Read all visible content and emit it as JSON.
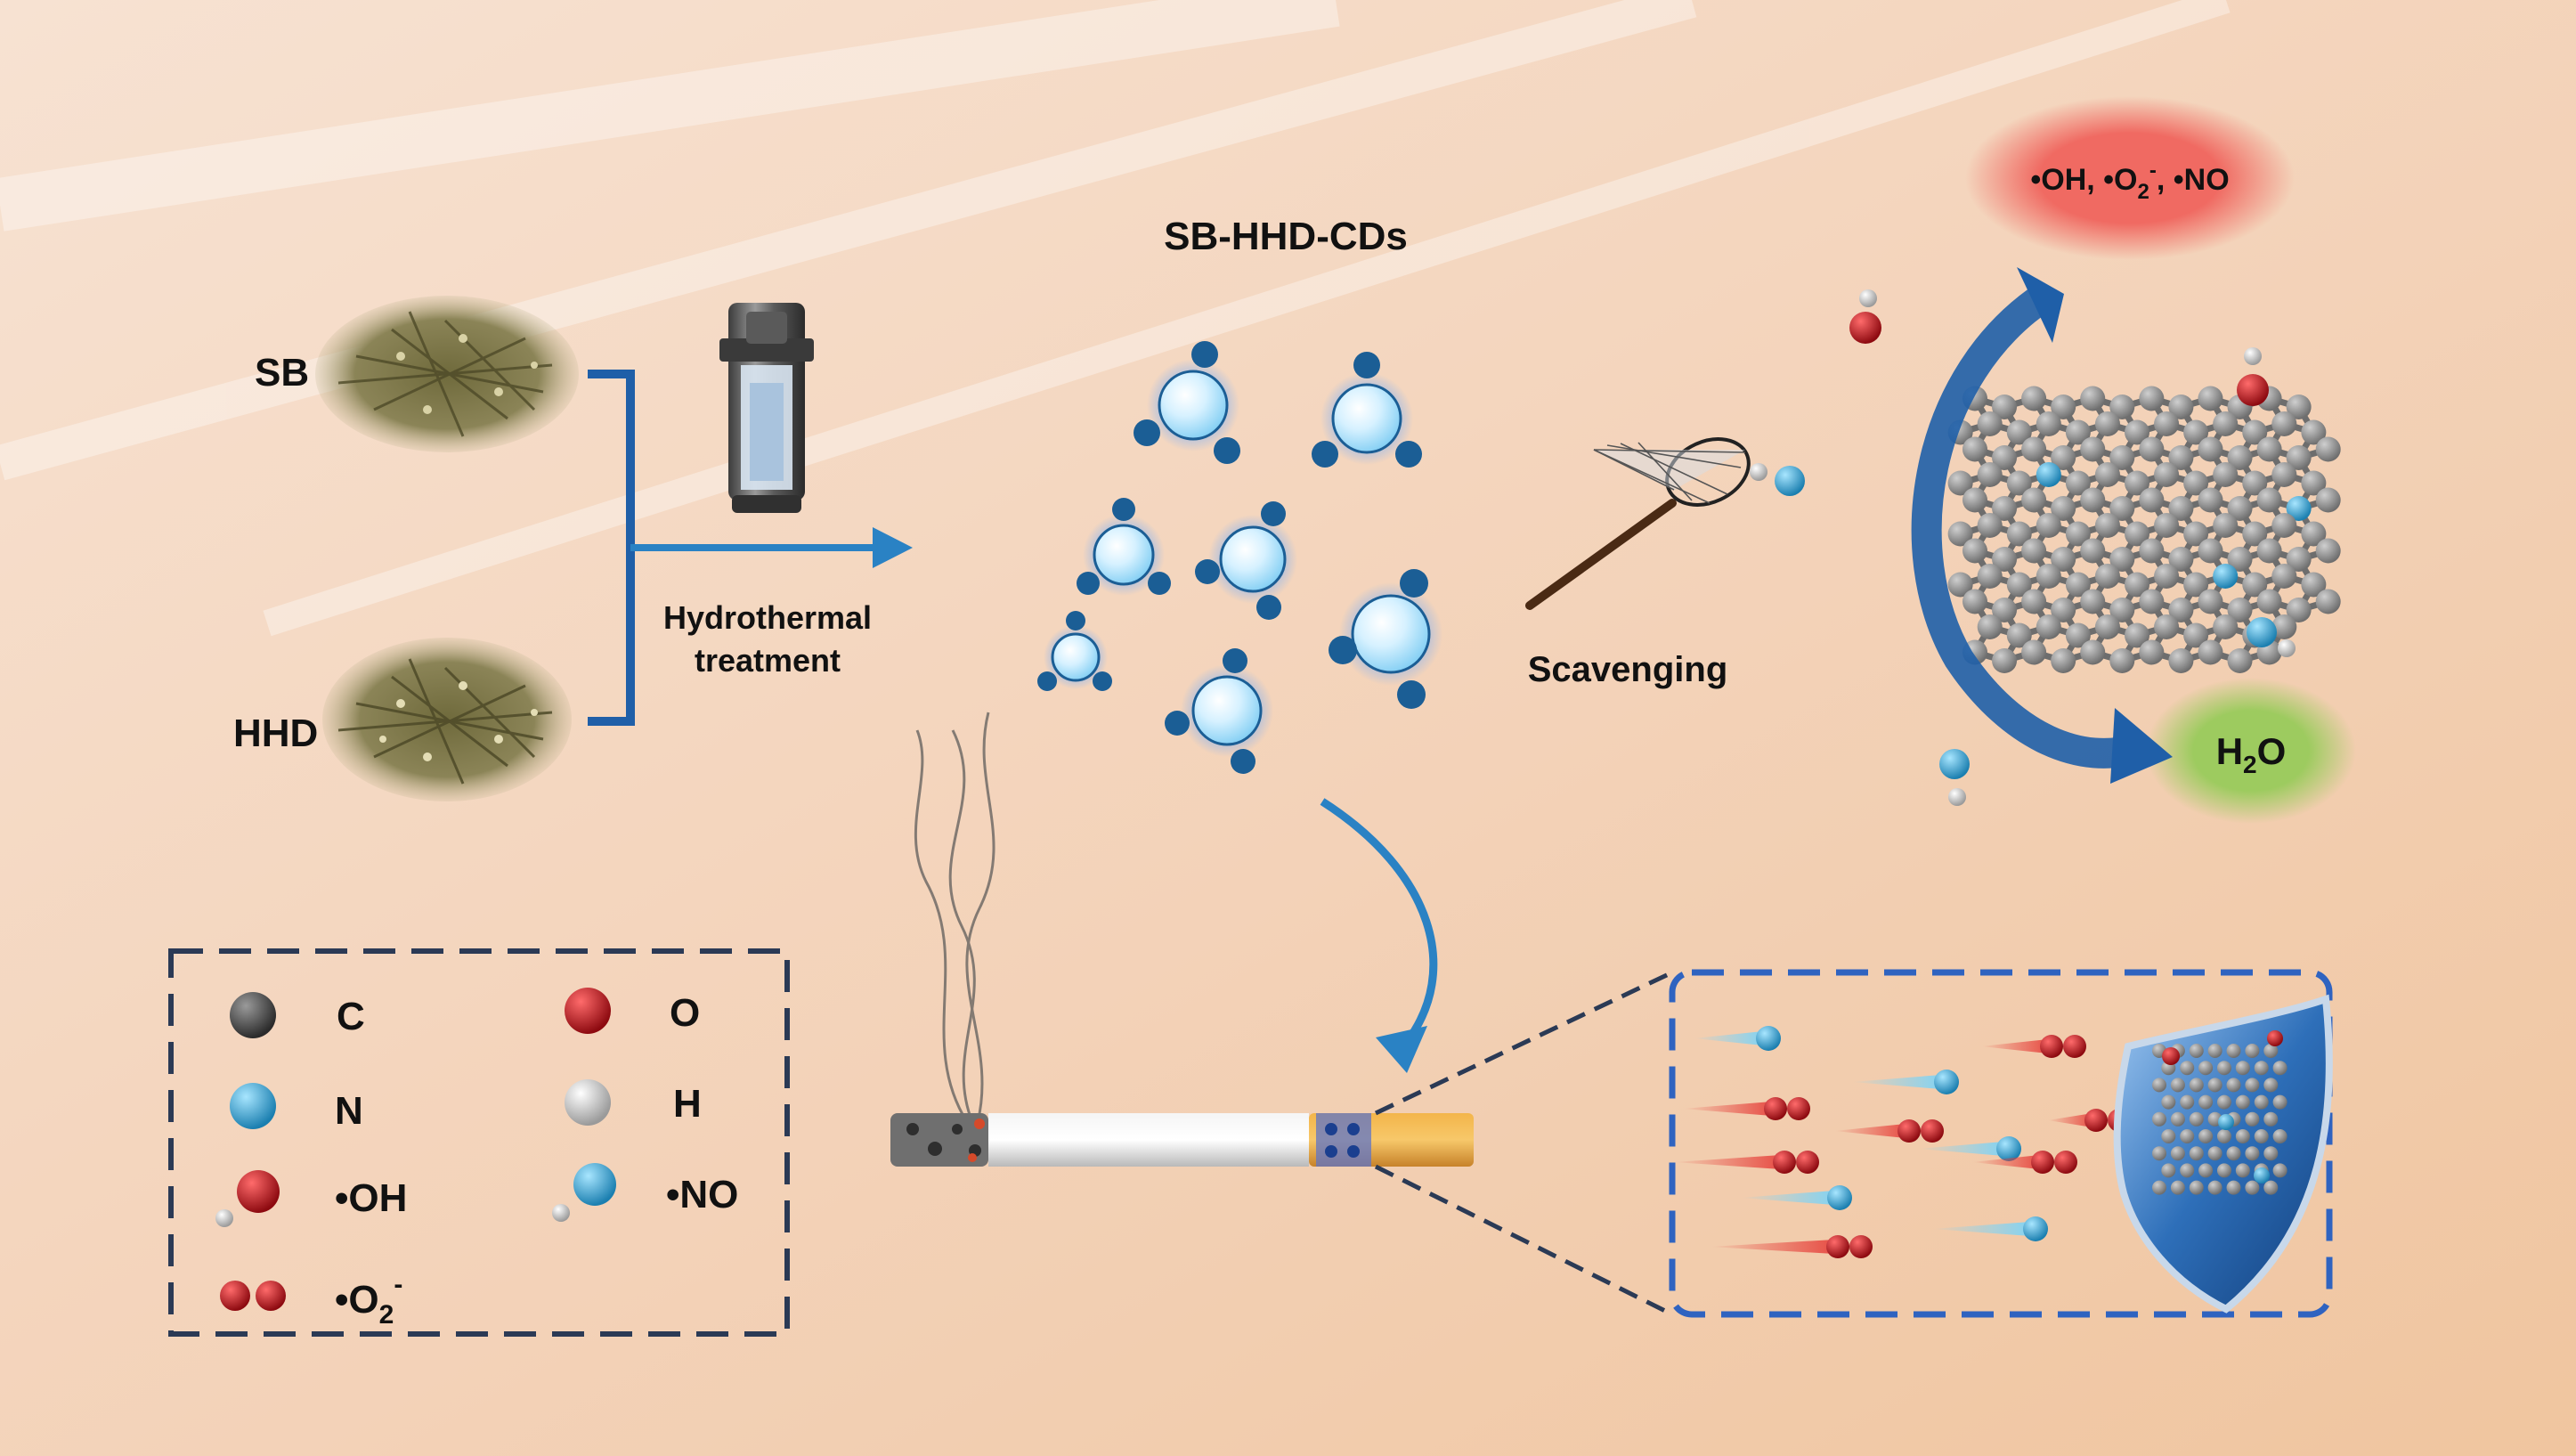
{
  "labels": {
    "title": "SB-HHD-CDs",
    "sb": "SB",
    "hhd": "HHD",
    "process_line1": "Hydrothermal",
    "process_line2": "treatment",
    "scavenging": "Scavenging",
    "radicals": {
      "oh": "•OH, •O",
      "sub": "2",
      "sup": "-",
      "no": ", •NO"
    },
    "water": {
      "h": "H",
      "sub": "2",
      "o": "O"
    }
  },
  "legend": {
    "items": [
      {
        "id": "c",
        "label": "C",
        "color": "#4a4a4a"
      },
      {
        "id": "o",
        "label": "O",
        "color": "#c0141c"
      },
      {
        "id": "n",
        "label": "N",
        "color": "#2f9fd4"
      },
      {
        "id": "h",
        "label": "H",
        "color": "#d9d9d9"
      },
      {
        "id": "oh",
        "label": "•OH"
      },
      {
        "id": "no",
        "label": "•NO"
      },
      {
        "id": "o2",
        "label": "•O",
        "sub": "2",
        "sup": "-"
      }
    ]
  },
  "colors": {
    "arrow_blue": "#2a82c4",
    "dark_blue": "#1f5fa8",
    "dot_blue": "#1b5e95",
    "radical_bubble": "#f07a72",
    "water_bubble": "#a6cf6a",
    "carbon": "#7a7a7a",
    "nitrogen": "#35aee0",
    "oxygen": "#d51f24",
    "dash_box": "#2b3a55",
    "zoom_box": "#2f63c0"
  }
}
